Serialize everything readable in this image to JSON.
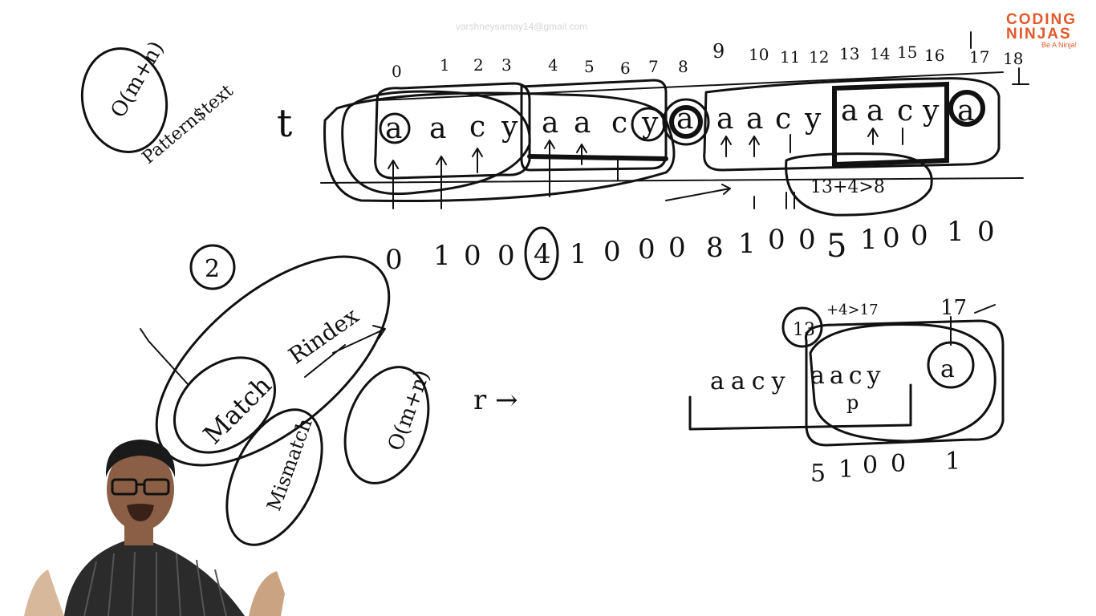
{
  "watermark": "varshneysamay14@gmail.com",
  "logo": {
    "line1": "CODING",
    "line2": "NINJAS",
    "tagline": "Be A Ninja!"
  },
  "board": {
    "complexity_note": "O(m+n)",
    "complexity_sub": "Pattern$text",
    "t_label": "t",
    "indices": [
      "0",
      "1",
      "2",
      "3",
      "4",
      "5",
      "6",
      "7",
      "8",
      "9",
      "10",
      "11",
      "12",
      "13",
      "14",
      "15",
      "16",
      "17",
      "18"
    ],
    "text_chars": [
      "a",
      "a",
      "c",
      "y",
      "a",
      "a",
      "c",
      "y",
      "a",
      "a",
      "a",
      "c",
      "y",
      "a",
      "a",
      "c",
      "y",
      "a"
    ],
    "z_values": [
      "0",
      "1",
      "0",
      "0",
      "4",
      "1",
      "0",
      "0",
      "0",
      "8",
      "1",
      "0",
      "0",
      "5",
      "1",
      "0",
      "0",
      "1",
      "0"
    ],
    "inequality_note": "13+4>8",
    "circled_two": "2",
    "match_label": "Match",
    "rindex_label": "Rindex",
    "mismatch_label": "Mismatch",
    "complexity_note_2": "O(m+n)",
    "r_arrow": "r →",
    "box_prefix": "aacy",
    "box_pattern": "aacy",
    "box_p": "p",
    "box_a": "a",
    "box_13": "13",
    "box_plus": "+4>17",
    "box_17": "17",
    "box_z": [
      "5",
      "1",
      "0",
      "0",
      "1"
    ]
  }
}
